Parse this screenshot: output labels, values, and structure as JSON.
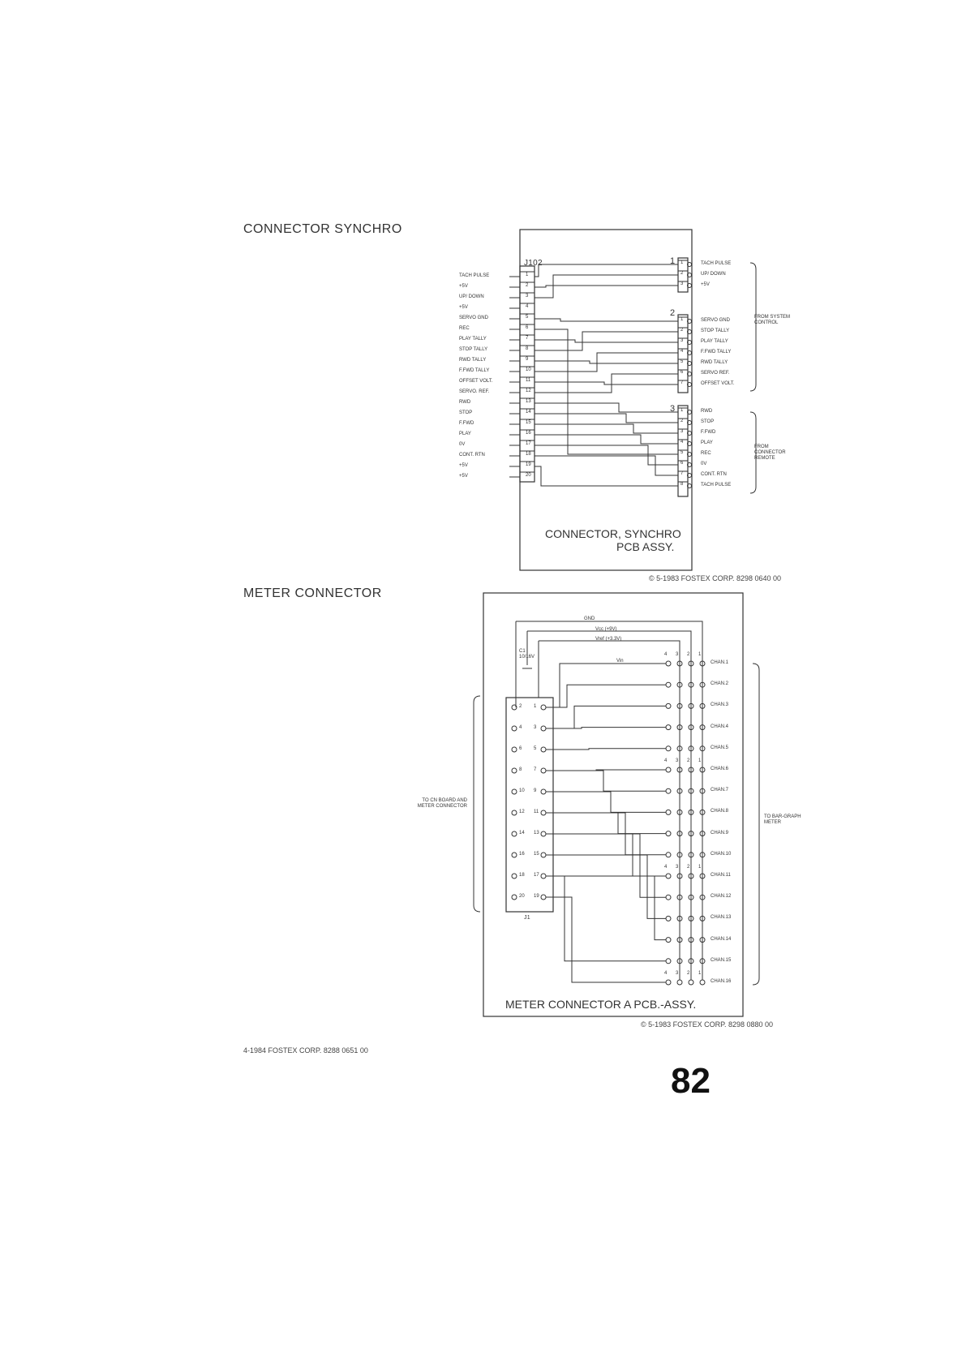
{
  "synchro": {
    "heading": "CONNECTOR SYNCHRO",
    "header_label": "J102",
    "group_labels": [
      "1",
      "2",
      "3"
    ],
    "j102_pins": [
      {
        "n": "1",
        "label": "TACH PULSE"
      },
      {
        "n": "2",
        "label": "+5V"
      },
      {
        "n": "3",
        "label": "UP/ DOWN"
      },
      {
        "n": "4",
        "label": "+5V"
      },
      {
        "n": "5",
        "label": "SERVO GND"
      },
      {
        "n": "6",
        "label": "REC"
      },
      {
        "n": "7",
        "label": "PLAY TALLY"
      },
      {
        "n": "8",
        "label": "STOP TALLY"
      },
      {
        "n": "9",
        "label": "RWD TALLY"
      },
      {
        "n": "10",
        "label": "F.FWD TALLY"
      },
      {
        "n": "11",
        "label": "OFFSET VOLT."
      },
      {
        "n": "12",
        "label": "SERVO. REF."
      },
      {
        "n": "13",
        "label": "RWD"
      },
      {
        "n": "14",
        "label": "STOP"
      },
      {
        "n": "15",
        "label": "F.FWD"
      },
      {
        "n": "16",
        "label": "PLAY"
      },
      {
        "n": "17",
        "label": "0V"
      },
      {
        "n": "18",
        "label": "CONT. RTN"
      },
      {
        "n": "19",
        "label": "+5V"
      },
      {
        "n": "20",
        "label": "+5V"
      }
    ],
    "group1": [
      {
        "n": "1",
        "label": "TACH PULSE"
      },
      {
        "n": "2",
        "label": "UP/ DOWN"
      },
      {
        "n": "3",
        "label": "+5V"
      }
    ],
    "group2": [
      {
        "n": "1",
        "label": "SERVO GND"
      },
      {
        "n": "2",
        "label": "STOP TALLY"
      },
      {
        "n": "3",
        "label": "PLAY TALLY"
      },
      {
        "n": "4",
        "label": "F.FWD TALLY"
      },
      {
        "n": "5",
        "label": "RWD TALLY"
      },
      {
        "n": "6",
        "label": "SERVO REF."
      },
      {
        "n": "7",
        "label": "OFFSET VOLT."
      }
    ],
    "group3": [
      {
        "n": "1",
        "label": "RWD"
      },
      {
        "n": "2",
        "label": "STOP"
      },
      {
        "n": "3",
        "label": "F.FWD"
      },
      {
        "n": "4",
        "label": "PLAY"
      },
      {
        "n": "5",
        "label": "REC"
      },
      {
        "n": "6",
        "label": "0V"
      },
      {
        "n": "7",
        "label": "CONT. RTN"
      },
      {
        "n": "8",
        "label": "TACH PULSE"
      }
    ],
    "bracket_top_label": "FROM SYSTEM CONTROL",
    "bracket_bottom_label": "FROM CONNECTOR REMOTE",
    "pcb_title_line1": "CONNECTOR, SYNCHRO",
    "pcb_title_line2": "PCB ASSY.",
    "copyright": "© 5-1983 FOSTEX CORP. 8298 0640 00"
  },
  "meter": {
    "heading": "METER CONNECTOR",
    "bus_labels": [
      "GND",
      "Vcc (+9V)",
      "Vref (+3.3V)",
      "Vin"
    ],
    "cap_label": "C1 10/16V",
    "header_label": "J1",
    "col_numbers": [
      "4",
      "3",
      "2",
      "1"
    ],
    "j1_left_pins": [
      "2",
      "4",
      "6",
      "8",
      "10",
      "12",
      "14",
      "16",
      "18",
      "20"
    ],
    "j1_right_pins": [
      "1",
      "3",
      "5",
      "7",
      "9",
      "11",
      "13",
      "15",
      "17",
      "19"
    ],
    "channels": [
      "CHAN.1",
      "CHAN.2",
      "CHAN.3",
      "CHAN.4",
      "CHAN.5",
      "CHAN.6",
      "CHAN.7",
      "CHAN.8",
      "CHAN.9",
      "CHAN.10",
      "CHAN.11",
      "CHAN.12",
      "CHAN.13",
      "CHAN.14",
      "CHAN.15",
      "CHAN.16"
    ],
    "left_label": "TO CN BOARD AND METER CONNECTOR",
    "right_label": "TO BAR-GRAPH METER",
    "pcb_title": "METER CONNECTOR A PCB.-ASSY.",
    "copyright": "© 5-1983 FOSTEX CORP. 8298 0880 00"
  },
  "footer": {
    "copyright": "4-1984 FOSTEX CORP. 8288 0651 00",
    "page_number": "82"
  }
}
